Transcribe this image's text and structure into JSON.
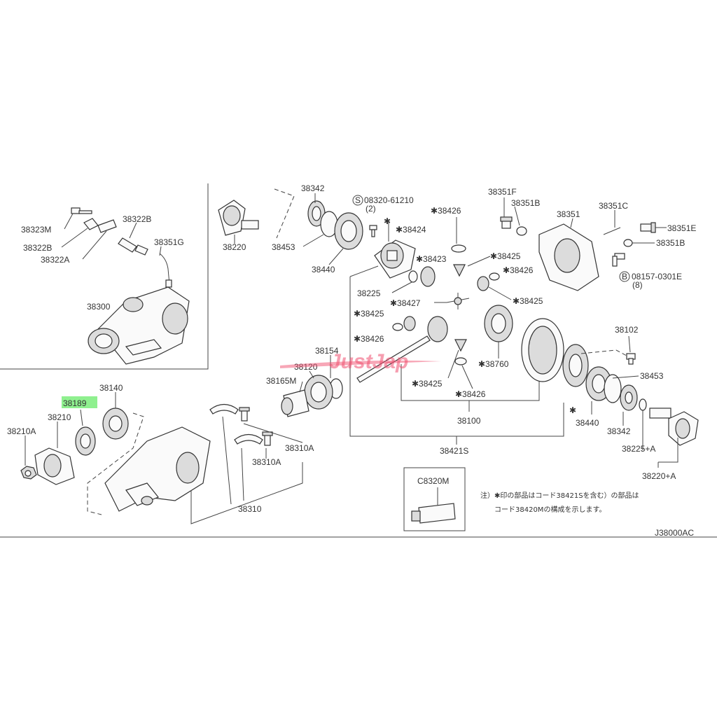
{
  "diagram": {
    "code": "J38000AC",
    "note_line1": "注）✱印の部品はコード38421Sを含む）の部品は",
    "note_line2": "コード38420Mの構成を示します。",
    "watermark": "JustJap",
    "highlight_color": "#8ff08f",
    "labels": {
      "p38323M": "38323M",
      "p38322B_top": "38322B",
      "p38322B_left": "38322B",
      "p38322A": "38322A",
      "p38351G": "38351G",
      "p38300": "38300",
      "p38220": "38220",
      "p38342_top": "38342",
      "p38453_top": "38453",
      "p38440_top": "38440",
      "s08320": "08320-61210",
      "s08320_qty": "(2)",
      "p38426_a": "✱38426",
      "p38424": "✱38424",
      "asterisk_a": "✱",
      "p38423": "✱38423",
      "p38425_a": "✱38425",
      "p38426_b": "✱38426",
      "p38225": "38225",
      "p38427": "✱38427",
      "p38425_b": "✱38425",
      "p38425_c": "✱38425",
      "p38426_c": "✱38426",
      "p38351F": "38351F",
      "p38351B_a": "38351B",
      "p38351": "38351",
      "p38351C": "38351C",
      "p38351E": "38351E",
      "p38351B_b": "38351B",
      "b08157": "08157-0301E",
      "b08157_qty": "(8)",
      "p38102": "38102",
      "p38154": "38154",
      "p38120": "38120",
      "p38165M": "38165M",
      "p38760": "✱38760",
      "p38425_d": "✱38425",
      "p38426_d": "✱38426",
      "p38100": "38100",
      "p38421S": "38421S",
      "p38453_right": "38453",
      "asterisk_b": "✱",
      "p38440_right": "38440",
      "p38342_right": "38342",
      "p38225A": "38225+A",
      "p38220A": "38220+A",
      "p38140": "38140",
      "p38189": "38189",
      "p38210": "38210",
      "p38210A": "38210A",
      "p38310A_a": "38310A",
      "p38310A_b": "38310A",
      "p38310": "38310",
      "pC8320M": "C8320M"
    }
  }
}
